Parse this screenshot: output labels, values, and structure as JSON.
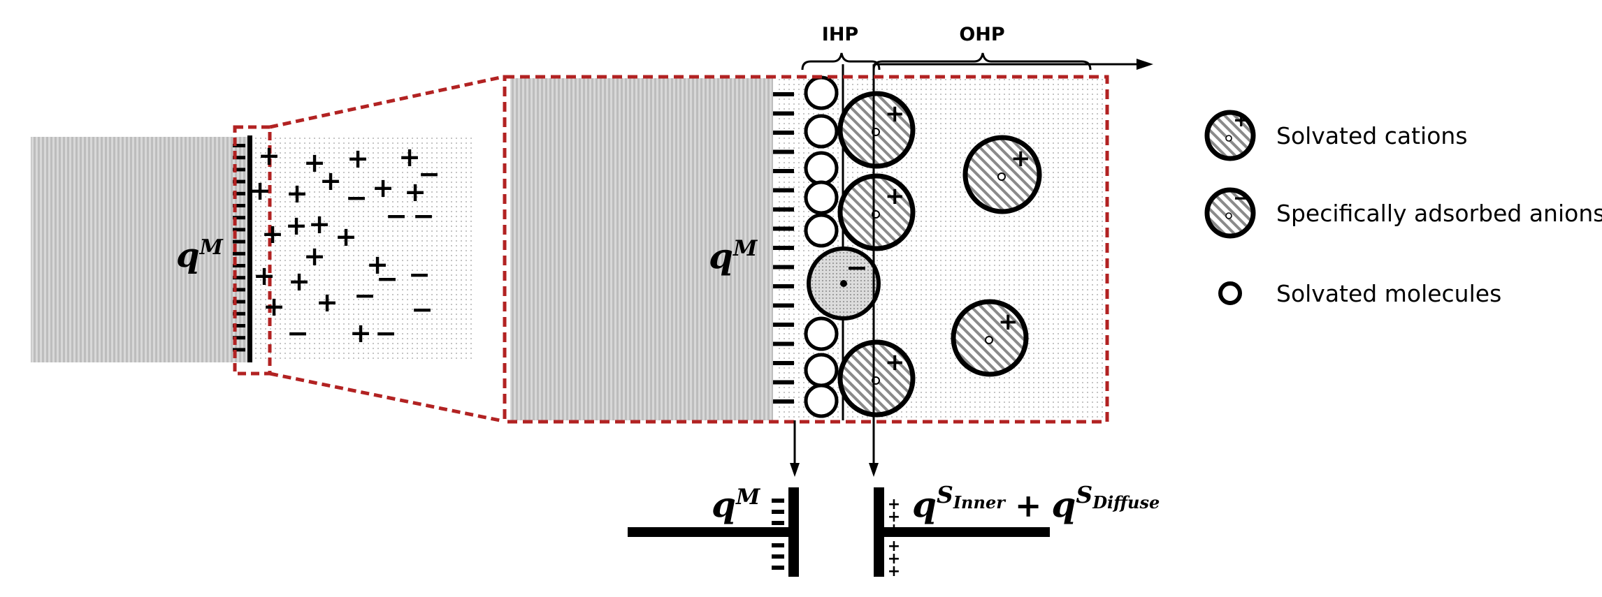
{
  "labels": {
    "ihp": "IHP",
    "ohp": "OHP",
    "q": "q",
    "metal_sup": "M",
    "plus_sign": "+",
    "s": "S",
    "inner": "Inner",
    "diffuse": "Diffuse"
  },
  "legend": [
    {
      "icon": "solvated-cation-icon",
      "label": "Solvated cations"
    },
    {
      "icon": "adsorbed-anion-icon",
      "label": "Specifically adsorbed anions"
    },
    {
      "icon": "solvated-molecule-icon",
      "label": "Solvated molecules"
    }
  ],
  "glyphs": {
    "plus": "+",
    "minus": "−"
  },
  "colors": {
    "zoom_frame": "#b22222",
    "ink": "#000000",
    "metal_fill": "#cfcfcf"
  }
}
